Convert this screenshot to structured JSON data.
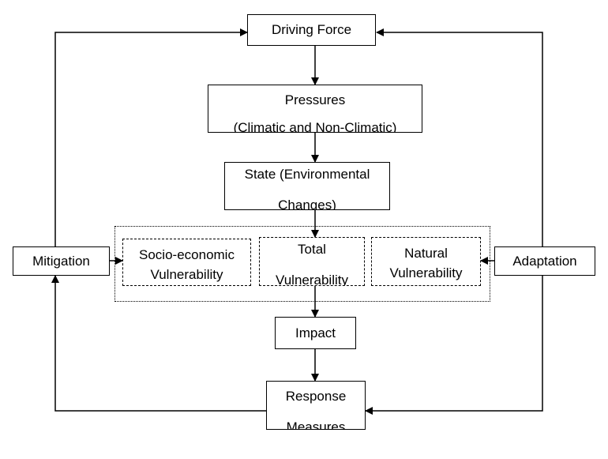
{
  "nodes": {
    "driving_force": "Driving Force",
    "pressures_line1": "Pressures",
    "pressures_line2": "(Climatic and Non-Climatic)",
    "state_line1": "State (Environmental",
    "state_line2": "Changes)",
    "socio_line1": "Socio-economic",
    "socio_line2": "Vulnerability",
    "total_line1": "Total",
    "total_line2": "Vulnerability",
    "natural_line1": "Natural",
    "natural_line2": "Vulnerability",
    "impact": "Impact",
    "response_line1": "Response",
    "response_line2": "Measures",
    "mitigation": "Mitigation",
    "adaptation": "Adaptation"
  }
}
